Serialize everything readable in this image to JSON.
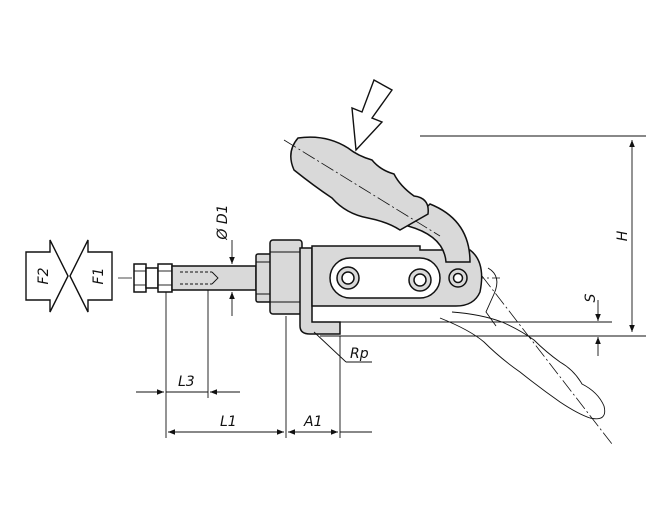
{
  "labels": {
    "f1": "F1",
    "f2": "F2",
    "d1": "Ø D1",
    "h": "H",
    "s": "S",
    "rp": "Rp",
    "l3": "L3",
    "l1": "L1",
    "a1": "A1"
  }
}
